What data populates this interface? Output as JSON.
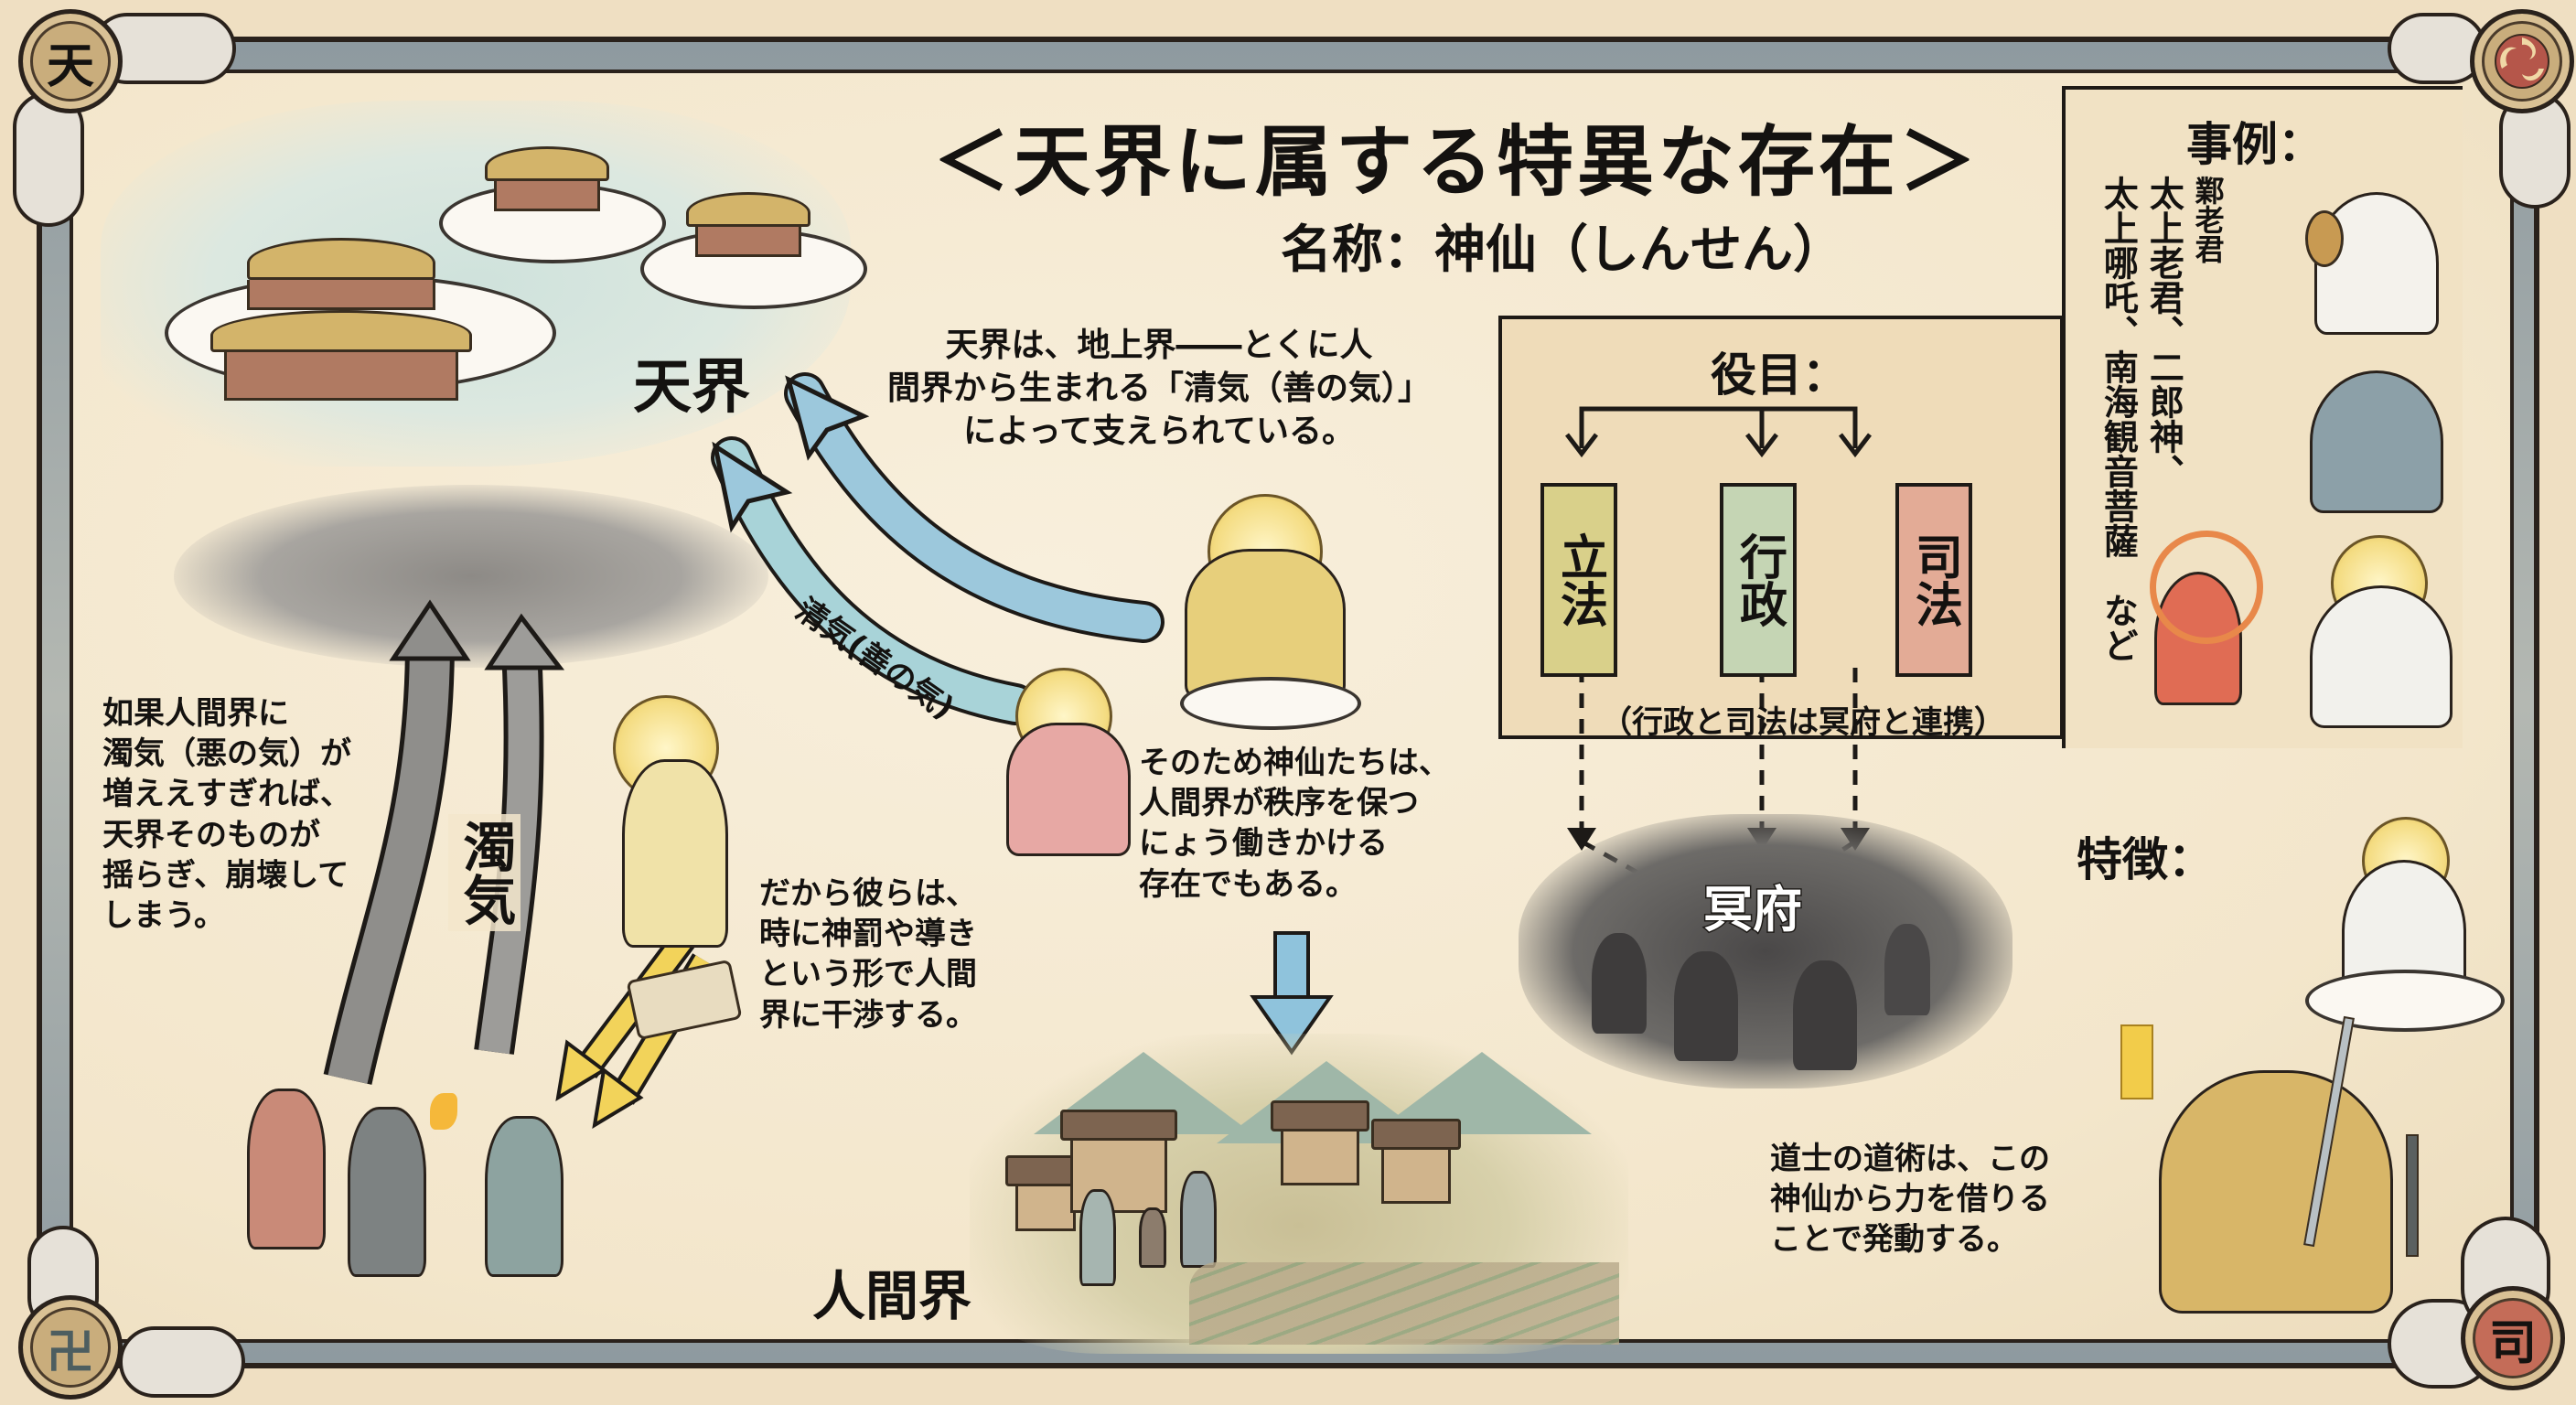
{
  "header": {
    "title": "＜天界に属する特異な存在＞",
    "name_line": "名称：神仙（しんせん）"
  },
  "corners": {
    "top_left": {
      "glyph": "天",
      "icon": "heaven-seal-icon"
    },
    "top_right": {
      "glyph": "",
      "icon": "tomoe-seal-icon"
    },
    "bottom_left": {
      "glyph": "卍",
      "icon": "manji-seal-icon"
    },
    "bottom_right": {
      "glyph": "司",
      "icon": "shi-seal-icon"
    }
  },
  "heaven": {
    "label": "天界",
    "description": "天界は、地上界――とくに人\n間界から生まれる「清気（善の気）」\nによって支えられている。"
  },
  "pure_qi": {
    "label": "清気(善の気)",
    "color": "#8fc3dc"
  },
  "turbid_qi": {
    "label": "濁気",
    "color": "#8a8a88",
    "description": "如果人間界に\n濁気（悪の気）が\n増ええすぎれば、\n天界そのものが\n揺らぎ、崩壊して\nしまう。"
  },
  "intervention": {
    "description": "だから彼らは、\n時に神罰や導き\nという形で人間\n界に干渉する。",
    "arrow_color": "#f2d35a"
  },
  "immortals": {
    "description": "そのため神仙たちは、\n人間界が秩序を保つ\nにょう働きかける\n存在でもある。"
  },
  "human_world": {
    "label": "人間界"
  },
  "roles": {
    "heading": "役目：",
    "items": [
      {
        "label": "立法",
        "color": "#d9d08a"
      },
      {
        "label": "行政",
        "color": "#c5d5b4"
      },
      {
        "label": "司法",
        "color": "#e3ab96"
      }
    ],
    "note": "（行政と司法は冥府と連携）"
  },
  "underworld": {
    "label": "冥府"
  },
  "examples": {
    "heading": "事例：",
    "columns": [
      "鄴老君",
      "太上老君、二郎神、",
      "太上哪吒、南海観音菩薩　など"
    ]
  },
  "features": {
    "heading": "特徴：",
    "description": "道士の道術は、この\n神仙から力を借りる\nことで発動する。"
  }
}
